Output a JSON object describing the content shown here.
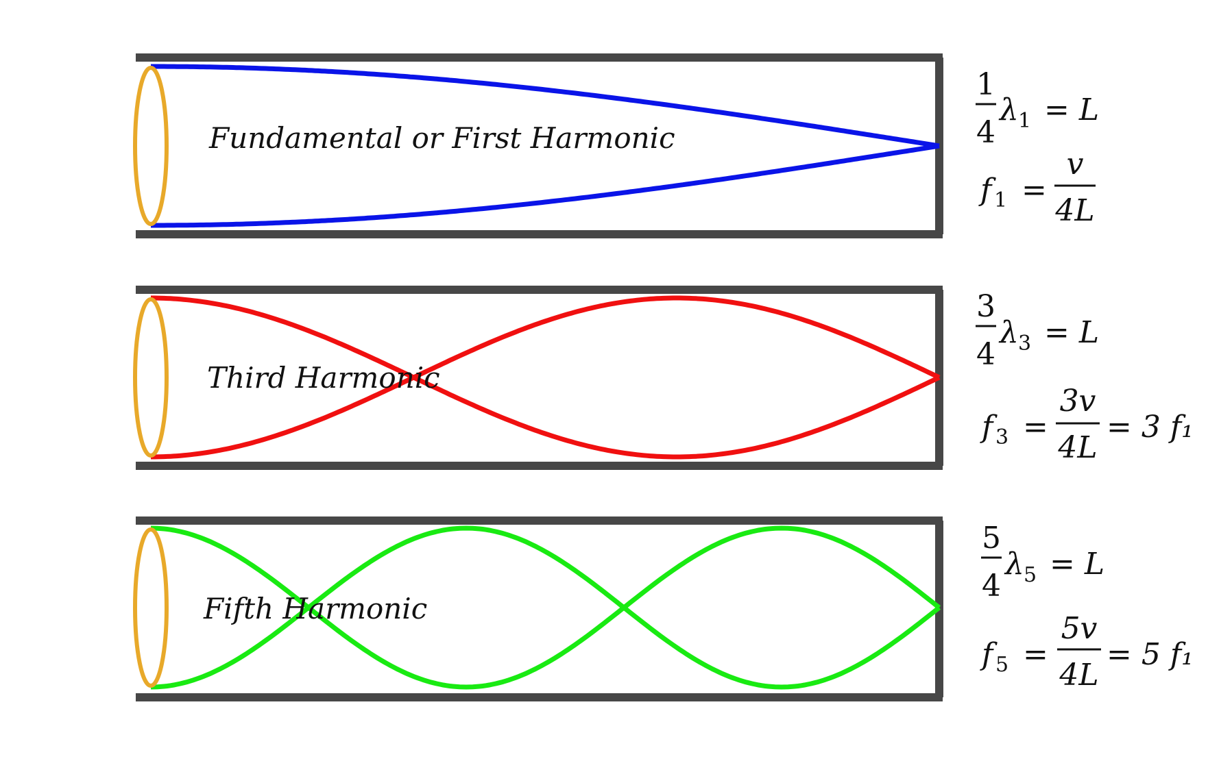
{
  "colors": {
    "tube": "#474747",
    "ring": "#e8a92a",
    "first": "#0a14e8",
    "third": "#f01010",
    "fifth": "#19ea12"
  },
  "panels": [
    {
      "id": "first",
      "label": "Fundamental or First Harmonic",
      "harmonic": 1,
      "wavelength_relation": {
        "numerator": "1",
        "denominator": "4",
        "lambda": "λ",
        "subscript": "1",
        "rhs": "= L"
      },
      "frequency_relation": {
        "f": "f",
        "subscript": "1",
        "equals": "=",
        "numerator": "v",
        "denominator": "4L",
        "tail": ""
      }
    },
    {
      "id": "third",
      "label": "Third Harmonic",
      "harmonic": 3,
      "wavelength_relation": {
        "numerator": "3",
        "denominator": "4",
        "lambda": "λ",
        "subscript": "3",
        "rhs": "= L"
      },
      "frequency_relation": {
        "f": "f",
        "subscript": "3",
        "equals": "=",
        "numerator": "3v",
        "denominator": "4L",
        "tail": "= 3 f₁"
      }
    },
    {
      "id": "fifth",
      "label": "Fifth Harmonic",
      "harmonic": 5,
      "wavelength_relation": {
        "numerator": "5",
        "denominator": "4",
        "lambda": "λ",
        "subscript": "5",
        "rhs": "= L"
      },
      "frequency_relation": {
        "f": "f",
        "subscript": "5",
        "equals": "=",
        "numerator": "5v",
        "denominator": "4L",
        "tail": "=  5 f₁"
      }
    }
  ]
}
